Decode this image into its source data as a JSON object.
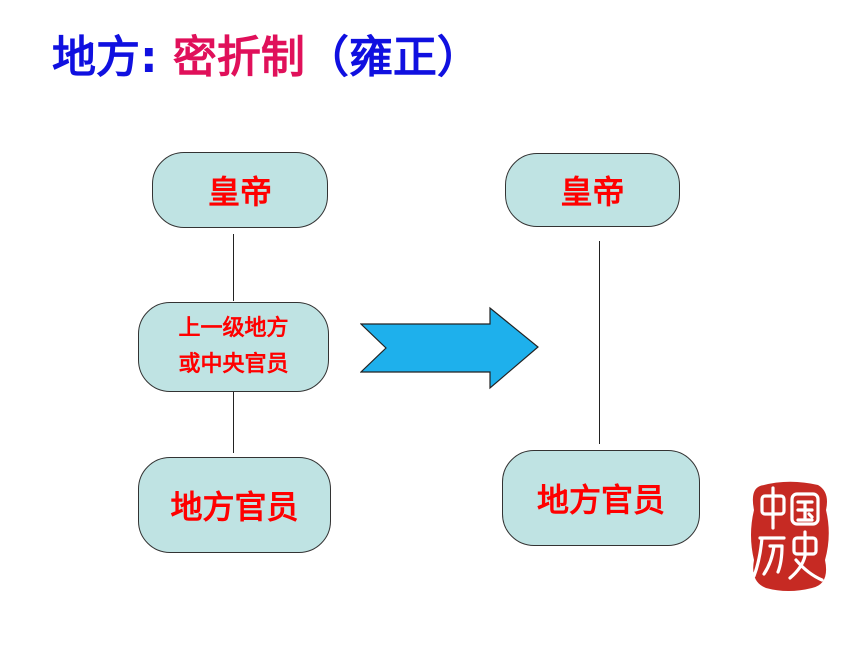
{
  "title": {
    "prefix": "地方: ",
    "highlight": "密折制",
    "suffix": "（雍正）"
  },
  "left_chain": {
    "top": "皇帝",
    "middle_line1": "上一级地方",
    "middle_line2": "或中央官员",
    "bottom": "地方官员"
  },
  "right_chain": {
    "top": "皇帝",
    "bottom": "地方官员"
  },
  "colors": {
    "title_blue": "#1010e0",
    "title_pink": "#e0105a",
    "node_fill": "#bfe3e3",
    "node_text": "#ff0000",
    "arrow_fill": "#1eb0ec",
    "seal_red": "#c62a23"
  },
  "seal": {
    "text": "中国历史"
  }
}
